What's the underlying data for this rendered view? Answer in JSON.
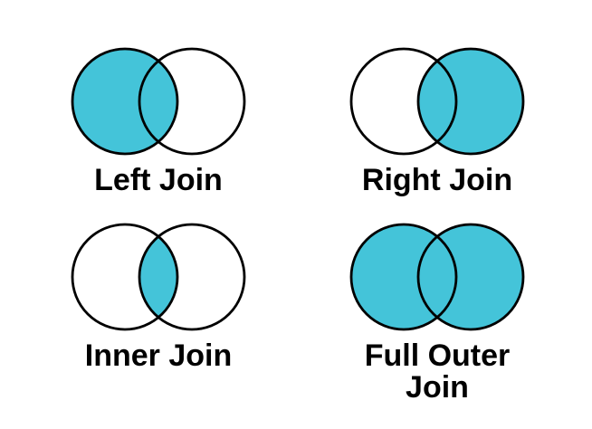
{
  "palette": {
    "fill_color": "#44C4D9",
    "stroke_color": "#000000",
    "background_color": "#FFFFFF",
    "label_color": "#000000"
  },
  "diagrams": [
    {
      "id": "left-join",
      "label": "Left Join",
      "venn": {
        "left_circle_filled": true,
        "right_circle_filled": false,
        "intersection_filled": true
      }
    },
    {
      "id": "right-join",
      "label": "Right Join",
      "venn": {
        "left_circle_filled": false,
        "right_circle_filled": true,
        "intersection_filled": true
      }
    },
    {
      "id": "inner-join",
      "label": "Inner Join",
      "venn": {
        "left_circle_filled": false,
        "right_circle_filled": false,
        "intersection_filled": true
      }
    },
    {
      "id": "full-outer-join",
      "label": "Full Outer Join",
      "venn": {
        "left_circle_filled": true,
        "right_circle_filled": true,
        "intersection_filled": true
      }
    }
  ]
}
